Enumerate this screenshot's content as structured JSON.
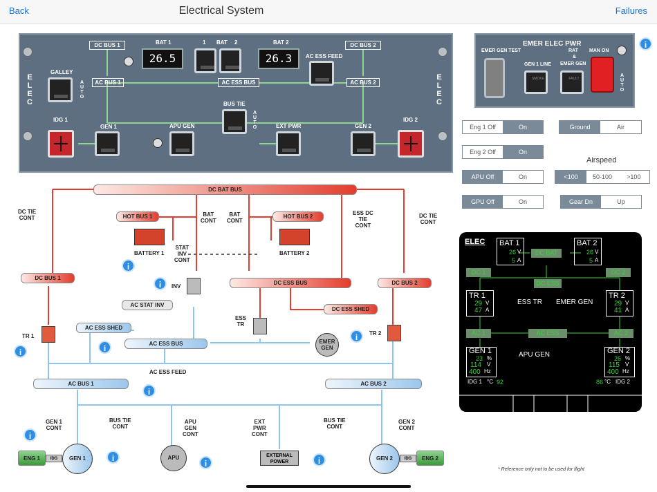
{
  "nav": {
    "back": "Back",
    "title": "Electrical System",
    "failures": "Failures"
  },
  "overhead": {
    "dc_bus_1": "DC BUS 1",
    "dc_bus_2": "DC BUS 2",
    "bat1": "BAT 1",
    "bat2": "BAT 2",
    "bat": "BAT",
    "one": "1",
    "two": "2",
    "bat1_volts": "26.5",
    "bat2_volts": "26.3",
    "ac_ess_feed": "AC ESS FEED",
    "galley": "GALLEY",
    "auto": "AUTO",
    "ac_bus_1": "AC BUS 1",
    "ac_ess_bus": "AC ESS BUS",
    "ac_bus_2": "AC BUS 2",
    "bus_tie": "BUS TIE",
    "idg1": "IDG 1",
    "gen1": "GEN 1",
    "apu_gen": "APU GEN",
    "ext_pwr": "EXT PWR",
    "gen2": "GEN 2",
    "idg2": "IDG 2",
    "elec": "ELEC"
  },
  "emer": {
    "title": "EMER ELEC PWR",
    "gen_test": "EMER GEN TEST",
    "gen1_line": "GEN 1 LINE",
    "rat": "RAT",
    "amp": "&",
    "emer_gen": "EMER GEN",
    "man_on": "MAN ON",
    "smoke": "SMOKE",
    "fault": "FAULT",
    "auto": "AUTO"
  },
  "controls": {
    "eng1": [
      "Eng 1 Off",
      "On"
    ],
    "eng2": [
      "Eng 2 Off",
      "On"
    ],
    "apu": [
      "APU Off",
      "On"
    ],
    "gpu": [
      "GPU Off",
      "On"
    ],
    "ground": [
      "Ground",
      "Air"
    ],
    "airspeed_label": "Airspeed",
    "airspeed": [
      "<100",
      "50-100",
      ">100"
    ],
    "gear": [
      "Gear Dn",
      "Up"
    ]
  },
  "ecam": {
    "title": "ELEC",
    "bat1": "BAT 1",
    "bat2": "BAT 2",
    "bat1_v": "26",
    "bat1_a": "5",
    "bat2_v": "26",
    "bat2_a": "5",
    "v": "V",
    "a": "A",
    "dc_bat": "DC BAT",
    "dc1": "DC 1",
    "dc2": "DC 2",
    "dc_ess": "DC ESS",
    "tr1": "TR 1",
    "tr2": "TR 2",
    "tr1_v": "29",
    "tr1_a": "47",
    "tr2_v": "29",
    "tr2_a": "41",
    "ess_tr": "ESS TR",
    "emer_gen": "EMER GEN",
    "ac1": "AC 1",
    "ac2": "AC 2",
    "ac_ess": "AC ESS",
    "gen1": "GEN 1",
    "gen2": "GEN 2",
    "apu_gen": "APU GEN",
    "gen1_pct": "23",
    "gen1_v": "114",
    "gen1_hz": "400",
    "gen2_pct": "26",
    "gen2_v": "115",
    "gen2_hz": "400",
    "pct": "%",
    "hz": "Hz",
    "idg1": "IDG 1",
    "idg2": "IDG 2",
    "idg1_temp": "92",
    "idg2_temp": "86",
    "degc": "°C"
  },
  "schem": {
    "dc_bat_bus": "DC BAT BUS",
    "dc_tie_cont": "DC TIE\nCONT",
    "hot_bus_1": "HOT BUS 1",
    "hot_bus_2": "HOT BUS 2",
    "bat_cont": "BAT\nCONT",
    "ess_dc_tie": "ESS DC\nTIE\nCONT",
    "battery1": "BATTERY 1",
    "battery2": "BATTERY 2",
    "stat_inv_cont": "STAT\nINV\nCONT",
    "inv": "INV",
    "dc_bus_1": "DC BUS 1",
    "dc_ess_bus": "DC ESS BUS",
    "dc_bus_2": "DC BUS 2",
    "ac_stat_inv": "AC STAT INV",
    "dc_ess_shed": "DC ESS SHED",
    "ac_ess_shed": "AC ESS SHED",
    "ess_tr": "ESS\nTR",
    "tr1": "TR 1",
    "tr2": "TR 2",
    "ac_ess_bus": "AC ESS BUS",
    "emer_gen": "EMER\nGEN",
    "ac_ess_feed": "AC ESS FEED",
    "ac_bus_1": "AC BUS 1",
    "ac_bus_2": "AC BUS 2",
    "gen1_cont": "GEN 1\nCONT",
    "bus_tie_cont": "BUS TIE\nCONT",
    "apu_gen_cont": "APU\nGEN\nCONT",
    "ext_pwr_cont": "EXT\nPWR\nCONT",
    "gen2_cont": "GEN 2\nCONT",
    "eng1": "ENG 1",
    "idg": "IDG",
    "gen1": "GEN 1",
    "apu": "APU",
    "external_power": "EXTERNAL\nPOWER",
    "gen2": "GEN 2",
    "eng2": "ENG 2",
    "note": "* Reference only not to be used for flight"
  },
  "info_glyph": "i",
  "colors": {
    "dc_red": "#e23d2e",
    "ac_blue": "#8fc4ec",
    "panel": "#5d6f80",
    "ecam_green": "#3bd33b"
  }
}
